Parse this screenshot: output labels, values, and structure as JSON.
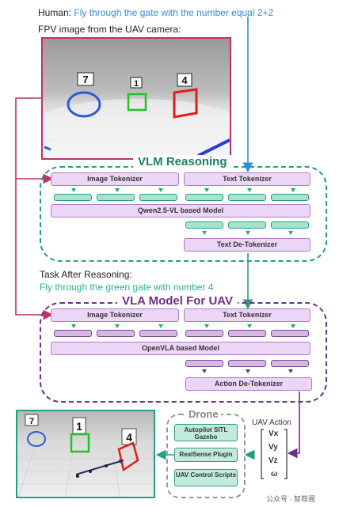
{
  "header": {
    "human_label": "Human: ",
    "human_instruction": "Fly through the gate with the number equal 2+2",
    "fpv_label": "FPV image from the UAV camera:"
  },
  "fpv_scene": {
    "gate_numbers": [
      "7",
      "1",
      "4"
    ]
  },
  "vlm": {
    "title": "VLM Reasoning",
    "image_tokenizer": "Image Tokenizer",
    "text_tokenizer": "Text Tokenizer",
    "model": "Qwen2.5-VL based Model",
    "detokenizer": "Text De-Tokenizer"
  },
  "task": {
    "label": "Task After Reasoning:",
    "text": "Fly through the green gate with number 4"
  },
  "vla": {
    "title": "VLA Model For UAV",
    "image_tokenizer": "Image Tokenizer",
    "text_tokenizer": "Text Tokenizer",
    "model": "OpenVLA based Model",
    "detokenizer": "Action De-Tokenizer"
  },
  "sim_scene": {
    "gate_numbers": [
      "7",
      "1",
      "4"
    ]
  },
  "drone": {
    "title": "Drone",
    "items": [
      "Autopilot SITL Gazebo",
      "RealSense Plugin",
      "UAV Control Scripts"
    ]
  },
  "uav_action": {
    "label": "UAV Action",
    "vector": [
      "Vx",
      "Vy",
      "Vz",
      "ω"
    ]
  },
  "watermark": "公众号 · 智荐阁",
  "colors": {
    "vlm": "#23a083",
    "vla": "#6e2f85",
    "human_text": "#2f8de0",
    "task_text": "#2bb19a",
    "link": "#c0306a"
  }
}
